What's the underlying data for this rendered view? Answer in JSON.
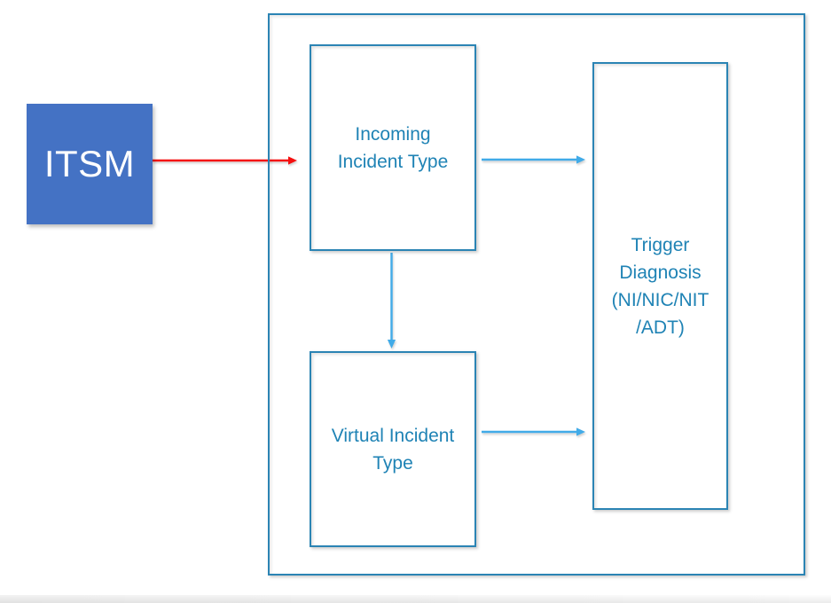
{
  "colors": {
    "itsm_fill": "#4472C4",
    "box_border": "#2B84B4",
    "box_text": "#1F83B5",
    "arrow_blue": "#41ABE8",
    "arrow_red": "#F50F0F",
    "itsm_text": "#FFFFFF"
  },
  "nodes": {
    "itsm": {
      "label": "ITSM"
    },
    "incoming_incident_type": {
      "label": "Incoming\nIncident Type"
    },
    "virtual_incident_type": {
      "label": "Virtual Incident\nType"
    },
    "trigger_diagnosis": {
      "label": "Trigger\nDiagnosis\n(NI/NIC/NIT\n/ADT)"
    }
  },
  "edges": [
    {
      "from": "itsm",
      "to": "incoming_incident_type",
      "color": "red",
      "direction": "right"
    },
    {
      "from": "incoming_incident_type",
      "to": "trigger_diagnosis",
      "color": "blue",
      "direction": "right"
    },
    {
      "from": "incoming_incident_type",
      "to": "virtual_incident_type",
      "color": "blue",
      "direction": "down"
    },
    {
      "from": "virtual_incident_type",
      "to": "trigger_diagnosis",
      "color": "blue",
      "direction": "right"
    }
  ]
}
